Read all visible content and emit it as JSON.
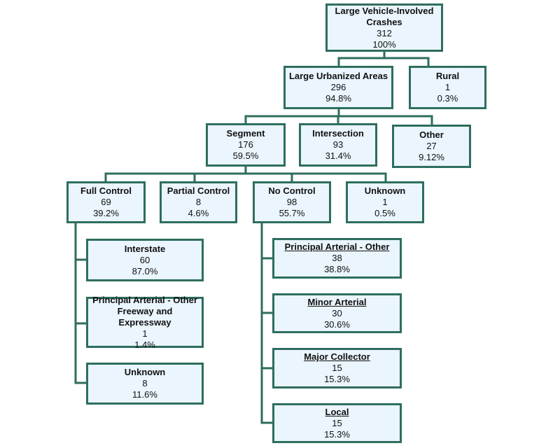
{
  "colors": {
    "box_fill": "#eaf5fd",
    "box_border": "#2e6e5e",
    "connector": "#2e6e5e",
    "text": "#111111"
  },
  "root": {
    "title": "Large Vehicle-Involved Crashes",
    "count": "312",
    "pct": "100%"
  },
  "level1": {
    "urban": {
      "title": "Large Urbanized Areas",
      "count": "296",
      "pct": "94.8%"
    },
    "rural": {
      "title": "Rural",
      "count": "1",
      "pct": "0.3%"
    }
  },
  "level2": {
    "segment": {
      "title": "Segment",
      "count": "176",
      "pct": "59.5%"
    },
    "intersection": {
      "title": "Intersection",
      "count": "93",
      "pct": "31.4%"
    },
    "other": {
      "title": "Other",
      "count": "27",
      "pct": "9.12%"
    }
  },
  "level3": {
    "full_control": {
      "title": "Full Control",
      "count": "69",
      "pct": "39.2%"
    },
    "partial_control": {
      "title": "Partial Control",
      "count": "8",
      "pct": "4.6%"
    },
    "no_control": {
      "title": "No Control",
      "count": "98",
      "pct": "55.7%"
    },
    "unknown": {
      "title": "Unknown",
      "count": "1",
      "pct": "0.5%"
    }
  },
  "full_control_children": {
    "interstate": {
      "title": "Interstate",
      "count": "60",
      "pct": "87.0%"
    },
    "pa_freeway": {
      "title": "Principal Arterial - Other Freeway and Expressway",
      "count": "1",
      "pct": "1.4%"
    },
    "unknown": {
      "title": "Unknown",
      "count": "8",
      "pct": "11.6%"
    }
  },
  "no_control_children": {
    "pa_other": {
      "title": "Principal Arterial - Other",
      "count": "38",
      "pct": "38.8%"
    },
    "minor_arterial": {
      "title": "Minor Arterial",
      "count": "30",
      "pct": "30.6%"
    },
    "major_collector": {
      "title": "Major Collector",
      "count": "15",
      "pct": "15.3%"
    },
    "local": {
      "title": "Local",
      "count": "15",
      "pct": "15.3%"
    }
  }
}
